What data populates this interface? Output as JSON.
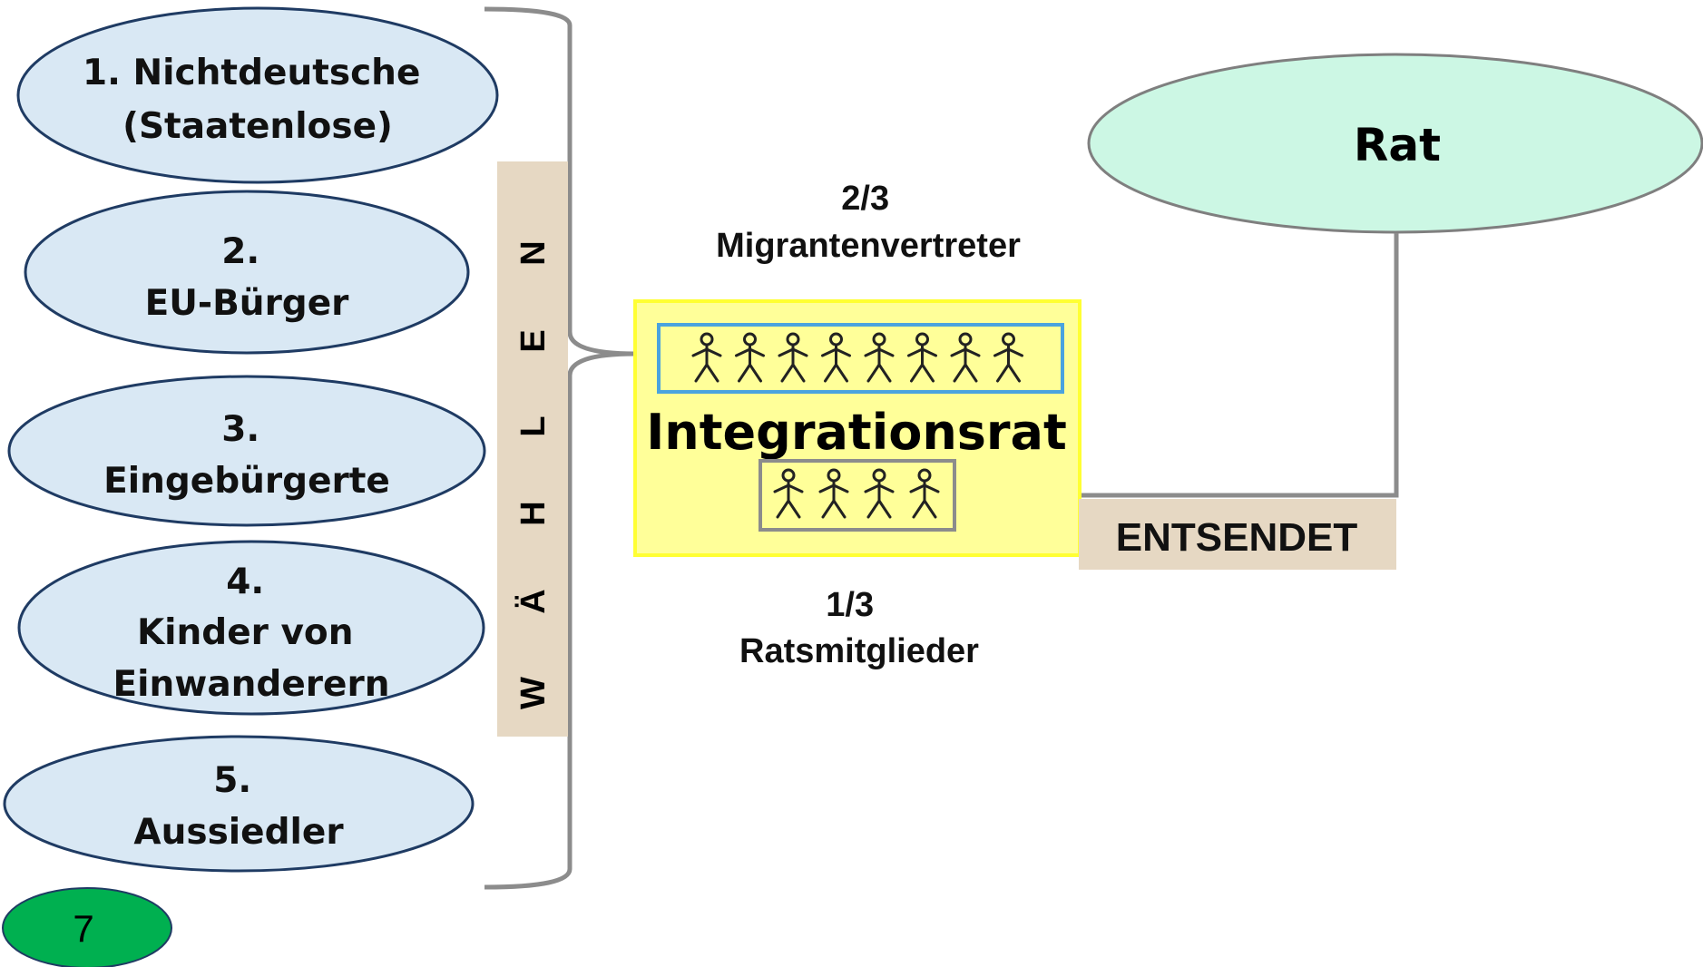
{
  "groups": [
    {
      "lines": [
        "1. Nichtdeutsche",
        "(Staatenlose)"
      ]
    },
    {
      "lines": [
        "2.",
        "EU-Bürger"
      ]
    },
    {
      "lines": [
        "3.",
        "Eingebürgerte"
      ]
    },
    {
      "lines": [
        "4.",
        "Kinder von",
        "Einwanderern"
      ]
    },
    {
      "lines": [
        "5.",
        "Aussiedler"
      ]
    }
  ],
  "waehlen_letters": [
    "W",
    "Ä",
    "H",
    "L",
    "E",
    "N"
  ],
  "council": {
    "label": "Rat"
  },
  "integration": {
    "title": "Integrationsrat",
    "migrant_share": {
      "fraction": "2/3",
      "label": "Migrantenvertreter"
    },
    "council_share": {
      "fraction": "1/3",
      "label": "Ratsmitglieder"
    },
    "migrant_count": 8,
    "council_member_count": 4
  },
  "entsendet_label": "ENTSENDET",
  "page_number": "7",
  "colors": {
    "group_fill": "#d9e8f4",
    "group_stroke": "#1f3b63",
    "council_fill": "#ccf7e4",
    "council_stroke": "#7f7f7f",
    "integration_fill": "#ffff99",
    "integration_border": "#ffff33",
    "migrant_box_border": "#4aa3df",
    "member_box_border": "#8c8c8c",
    "tan_label": "#e6d8c3",
    "bracket": "#8c8c8c",
    "badge_fill": "#00b050"
  }
}
